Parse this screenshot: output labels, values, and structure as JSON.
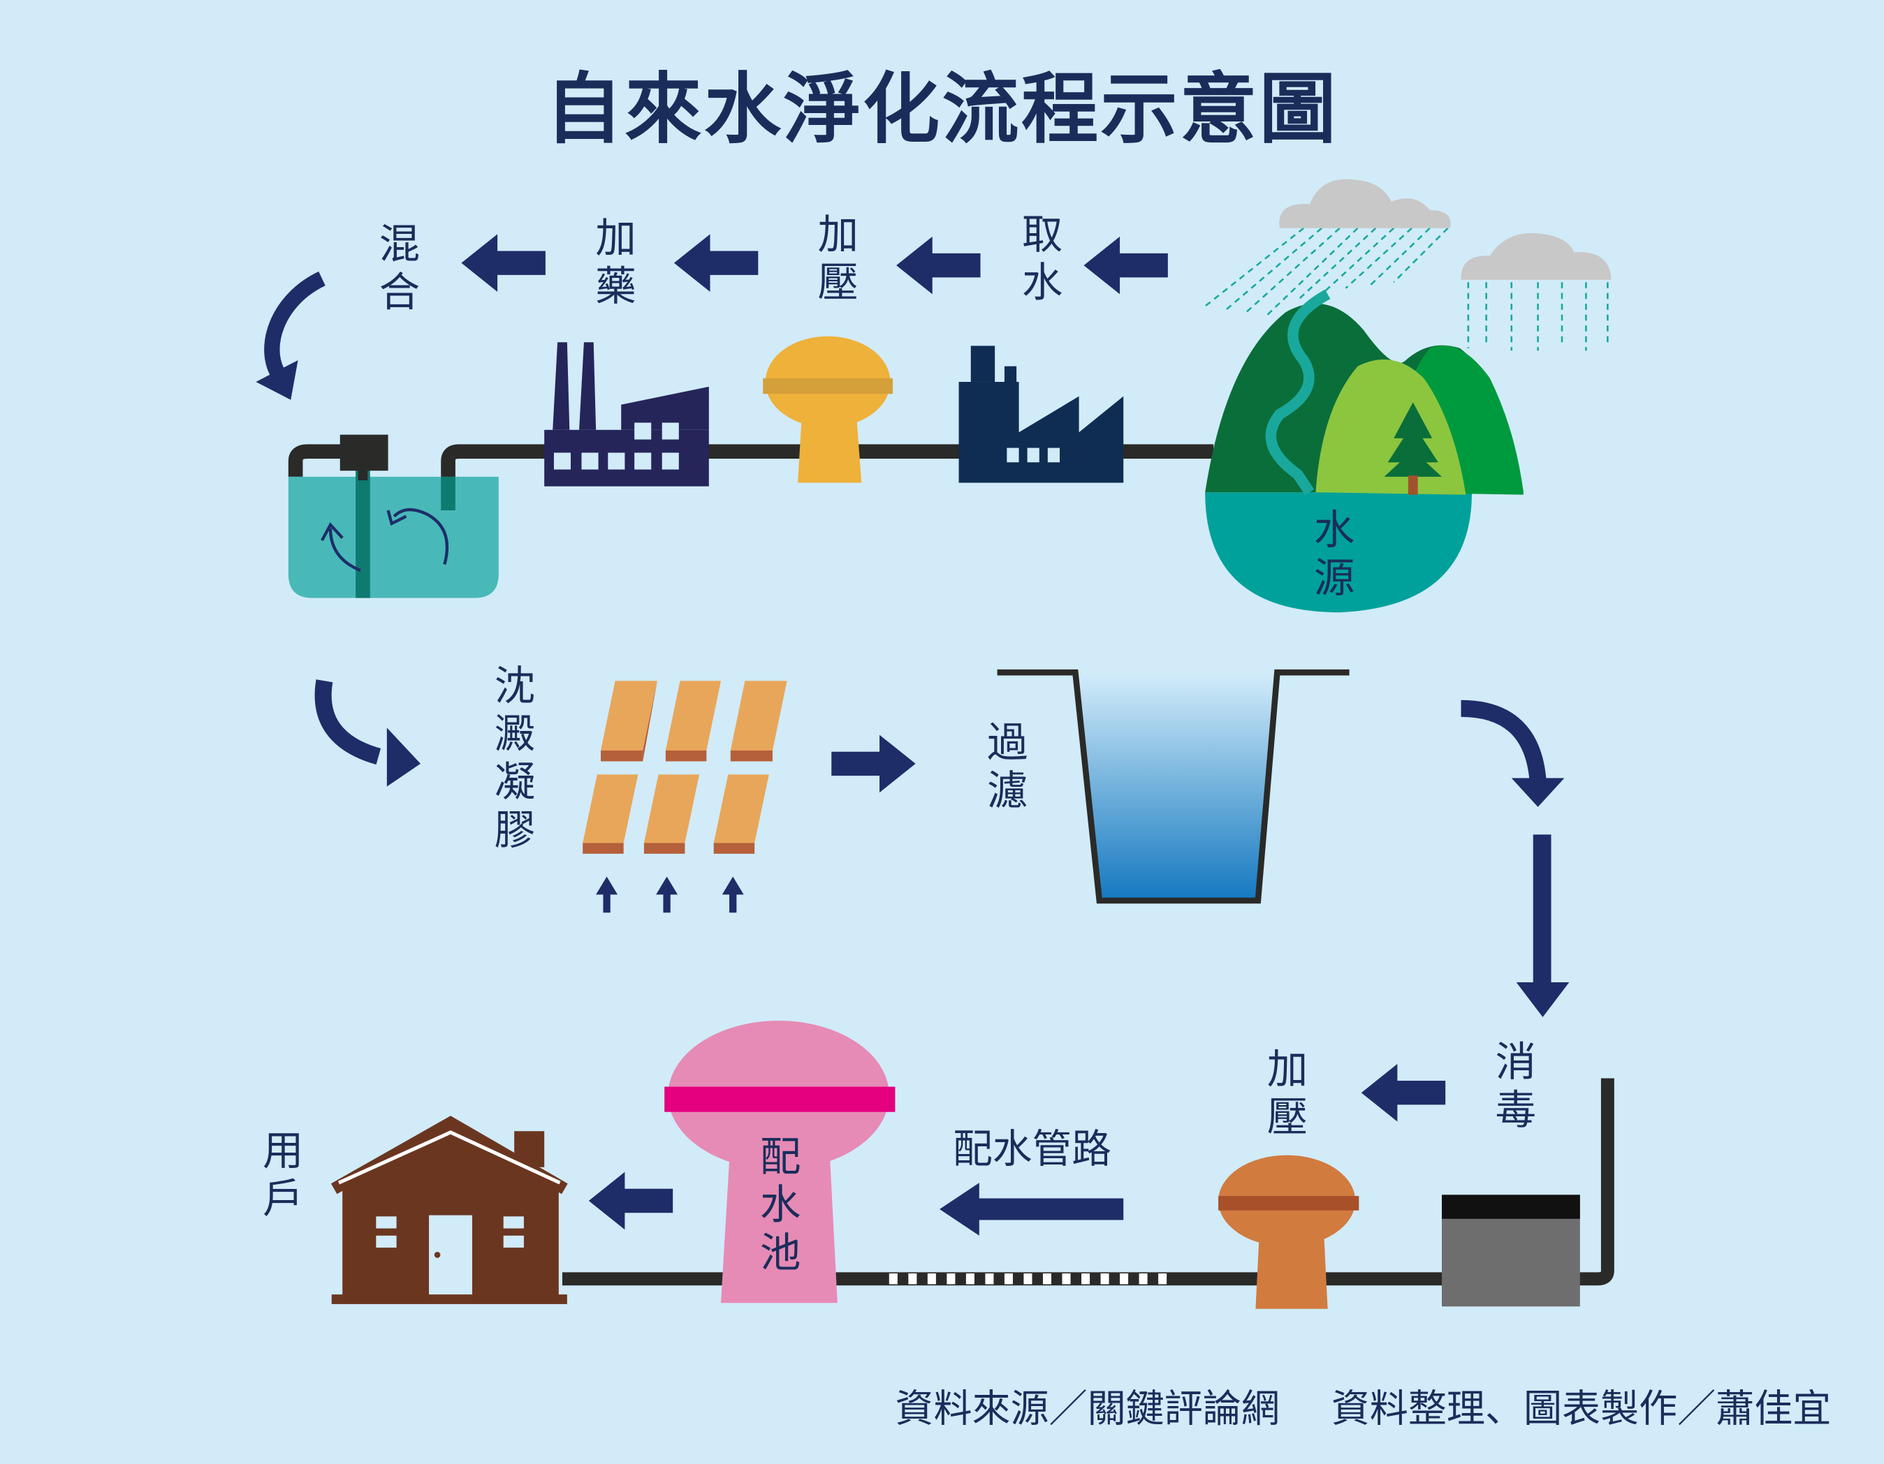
{
  "title": "自來水淨化流程示意圖",
  "steps": {
    "source": "水源",
    "intake": "取水",
    "pressurize1": "加壓",
    "dosing": "加藥",
    "mixing": "混合",
    "sedimentation": "沈澱凝膠",
    "filtration": "過濾",
    "disinfection": "消毒",
    "pressurize2": "加壓",
    "distribution_pipes": "配水管路",
    "reservoir": "配水池",
    "users": "用戶"
  },
  "footer": {
    "source": "資料來源／關鍵評論網",
    "credit": "資料整理、圖表製作／蕭佳宜"
  },
  "colors": {
    "background": "#d1ebf9",
    "navy": "#1e2d68",
    "water": "#00a19a",
    "yellow_tower": "#eeb13a",
    "orange_tower": "#d17b3f",
    "pink_tower": "#e68bb5",
    "house": "#6b3620"
  }
}
